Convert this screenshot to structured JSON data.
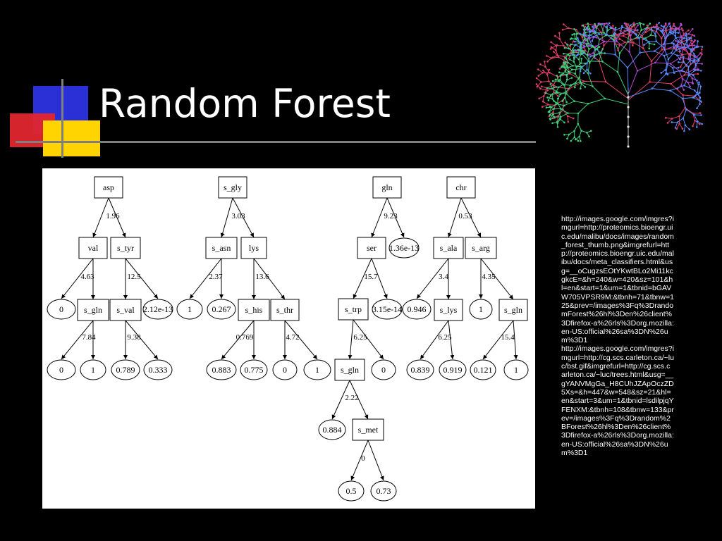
{
  "slide": {
    "title": "Random Forest"
  },
  "colors": {
    "background": "#000000",
    "accent_blue": "#2a2fd6",
    "accent_red": "#e2262f",
    "accent_yellow": "#ffd400",
    "rule_gray": "#7f7f7f"
  },
  "diagram": {
    "trees": [
      {
        "root": "asp",
        "nodes": [
          "asp",
          "val",
          "s_tyr",
          "0",
          "s_gln",
          "s_val",
          "2.12e-13",
          "0",
          "1",
          "0.789",
          "0.333"
        ],
        "edge_labels": [
          "1.96",
          "4.63",
          "12.5",
          "7.84",
          "9.38"
        ]
      },
      {
        "root": "s_gly",
        "nodes": [
          "s_gly",
          "s_asn",
          "lys",
          "1",
          "0.267",
          "s_his",
          "s_thr",
          "0.883",
          "0.775",
          "0",
          "1"
        ],
        "edge_labels": [
          "3.03",
          "2.37",
          "13.6",
          "0.769",
          "4.72"
        ]
      },
      {
        "root": "gln",
        "nodes": [
          "gln",
          "ser",
          "1.36e-13",
          "s_trp",
          "3.15e-14",
          "s_gln",
          "0",
          "0.884",
          "s_met",
          "0.5",
          "0.73"
        ],
        "edge_labels": [
          "9.23",
          "15.7",
          "6.25",
          "2.22",
          "0"
        ]
      },
      {
        "root": "chr",
        "nodes": [
          "chr",
          "s_ala",
          "s_arg",
          "0.946",
          "s_lys",
          "1",
          "s_gln",
          "0.839",
          "0.919",
          "0.121",
          "1"
        ],
        "edge_labels": [
          "0.53",
          "3.4",
          "4.35",
          "6.25",
          "15.4"
        ]
      }
    ]
  },
  "sources": [
    "http://images.google.com/imgres?imgurl=http://proteomics.bioengr.uic.edu/malibu/docs/images/random_forest_thumb.png&imgrefurl=http://proteomics.bioengr.uic.edu/malibu/docs/meta_classifiers.html&usg=__oCugzsEOtYKwtBLo2Mi11kcgkcE=&h=240&w=420&sz=101&hl=en&start=1&um=1&tbnid=bGAVW705VPSR9M:&tbnh=71&tbnw=125&prev=/images%3Fq%3DrandomForest%26hl%3Den%26client%3Dfirefox-a%26rls%3Dorg.mozilla:en-US:official%26sa%3DN%26um%3D1",
    "http://images.google.com/imgres?imgurl=http://cg.scs.carleton.ca/~luc/bst.gif&imgrefurl=http://cg.scs.carleton.ca/~luc/trees.html&usg=__gYANVMgGa_H8CUhJZApOczZD5Xs=&h=447&w=548&sz=21&hl=en&start=3&um=1&tbnid=lsdilpjqYFENXM:&tbnh=108&tbnw=133&prev=/images%3Fq%3Drandom%2BForest%26hl%3Den%26client%3Dfirefox-a%26rls%3Dorg.mozilla:en-US:official%26sa%3DN%26um%3D1"
  ]
}
